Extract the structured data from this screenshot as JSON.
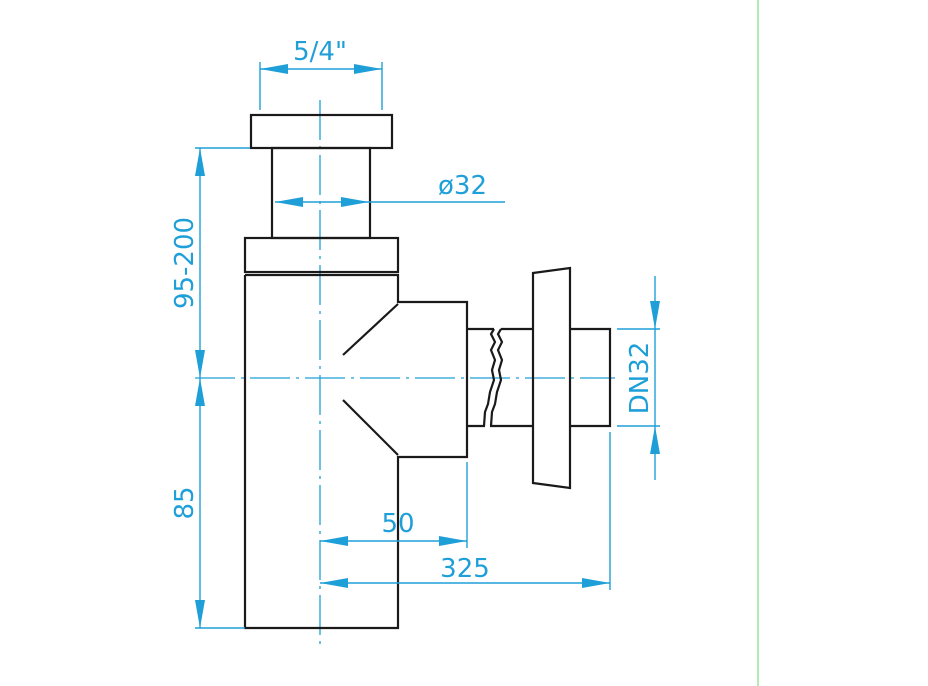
{
  "drawing": {
    "title": "Bottle trap dimension drawing",
    "dimensions": {
      "top_thread": "5/4\"",
      "inlet_diameter": "ø32",
      "upper_height": "95-200",
      "lower_height": "85",
      "outlet_offset": "50",
      "outlet_length": "325",
      "outlet_size": "DN32"
    },
    "colors": {
      "dimension": "#1f9fd8",
      "outline": "#1a1a1a",
      "border": "#9be59b"
    }
  }
}
